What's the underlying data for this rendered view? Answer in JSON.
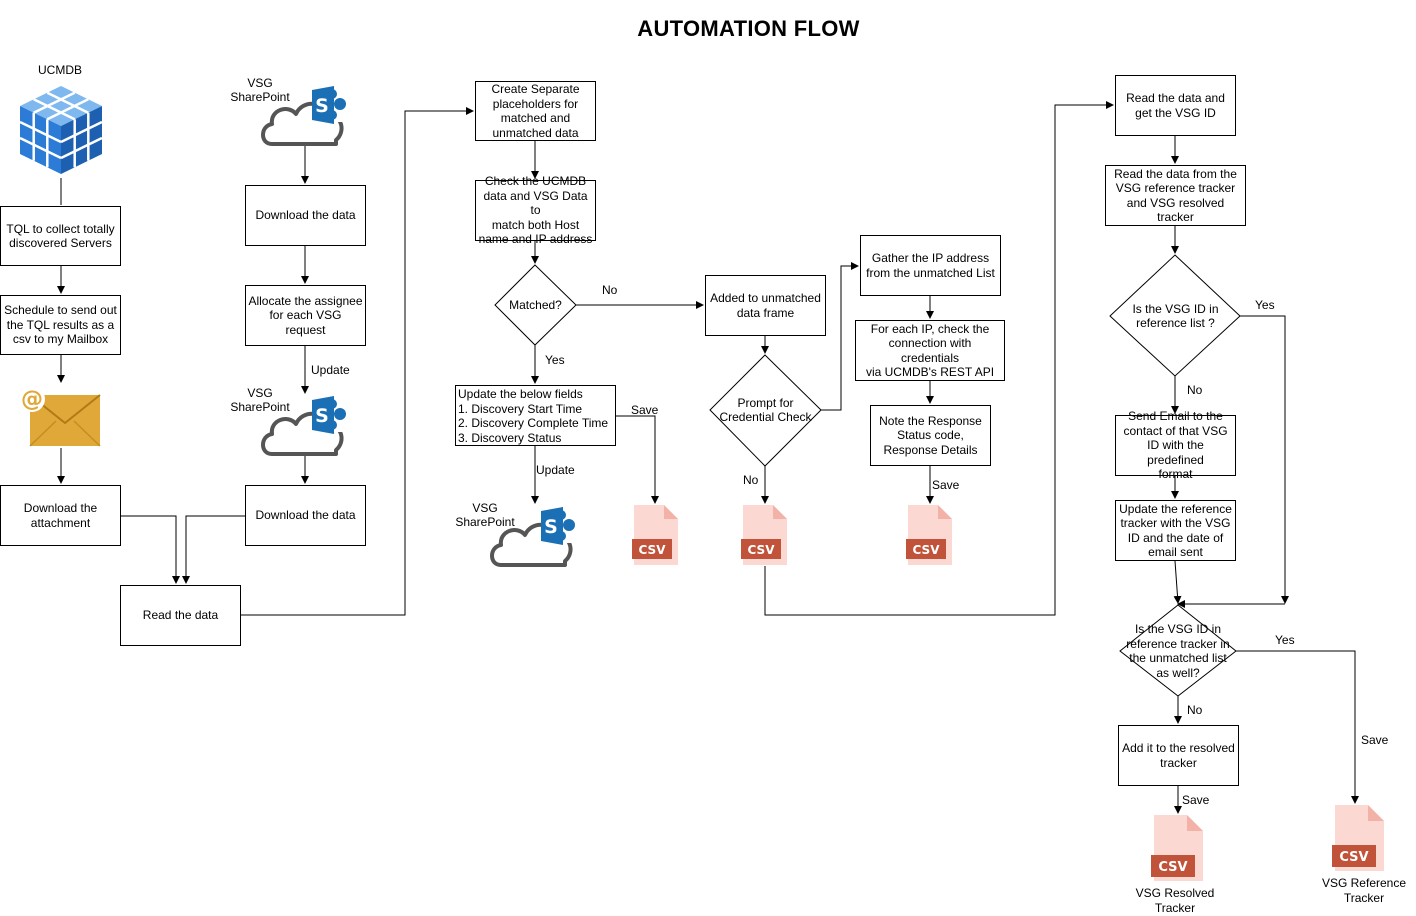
{
  "title": "AUTOMATION FLOW",
  "nodes": {
    "ucmdb_label": "UCMDB",
    "tql": "TQL to collect totally\ndiscovered Servers",
    "schedule": "Schedule to send out\nthe TQL results as a\ncsv to my Mailbox",
    "download_attachment": "Download the\nattachment",
    "read_data": "Read the data",
    "vsg_sp_1": "VSG\nSharePoint",
    "download_data_1": "Download the data",
    "allocate": "Allocate the assignee\nfor each VSG request",
    "vsg_sp_2": "VSG\nSharePoint",
    "download_data_2": "Download the data",
    "create_placeholders": "Create Separate\nplaceholders for\nmatched and\nunmatched data",
    "check_data": "Check the UCMDB\ndata and VSG Data to\nmatch both Host\nname and IP address",
    "matched": "Matched?",
    "update_fields": "Update the below fields\n1. Discovery Start Time\n2. Discovery Complete Time\n3. Discovery Status",
    "vsg_sp_3": "VSG\nSharePoint",
    "added_unmatched": "Added to unmatched\ndata frame",
    "prompt_credential": "Prompt for\nCredential Check",
    "gather_ip": "Gather the IP address\nfrom the unmatched List",
    "for_each_ip": "For each IP, check the\nconnection with credentials\nvia UCMDB's REST API",
    "note_response": "Note the Response\nStatus code,\nResponse Details",
    "read_vsg_id": "Read the data and\nget the VSG ID",
    "read_trackers": "Read the data from the\nVSG reference tracker\nand VSG resolved tracker",
    "in_reference": "Is the VSG ID in\nreference list ?",
    "send_email": "Send Email to the\ncontact of that VSG\nID with the predefined\nformat",
    "update_reference": "Update the reference\ntracker with the VSG\nID and the date of\nemail sent",
    "in_unmatched": "Is the VSG ID in\nreference tracker in\nthe unmatched list\nas well?",
    "add_resolved": "Add it to the resolved\ntracker",
    "resolved_caption": "VSG Resolved\nTracker",
    "reference_caption": "VSG Reference\nTracker"
  },
  "edge_labels": {
    "update_1": "Update",
    "no_matched": "No",
    "yes_matched": "Yes",
    "save_1": "Save",
    "update_2": "Update",
    "no_prompt": "No",
    "save_2": "Save",
    "yes_ref": "Yes",
    "no_ref": "No",
    "yes_unmatched": "Yes",
    "no_unmatched": "No",
    "save_resolved": "Save",
    "save_reference": "Save"
  },
  "csv_text": "CSV",
  "colors": {
    "csv_page": "#fcd8d2",
    "csv_fold": "#f2b2a8",
    "csv_badge": "#c0533a",
    "sharepoint_blue": "#1a6fb5",
    "cloud_gray": "#555555",
    "mail_gold": "#e0a838",
    "ucmdb_blue": "#2c7bd6"
  }
}
